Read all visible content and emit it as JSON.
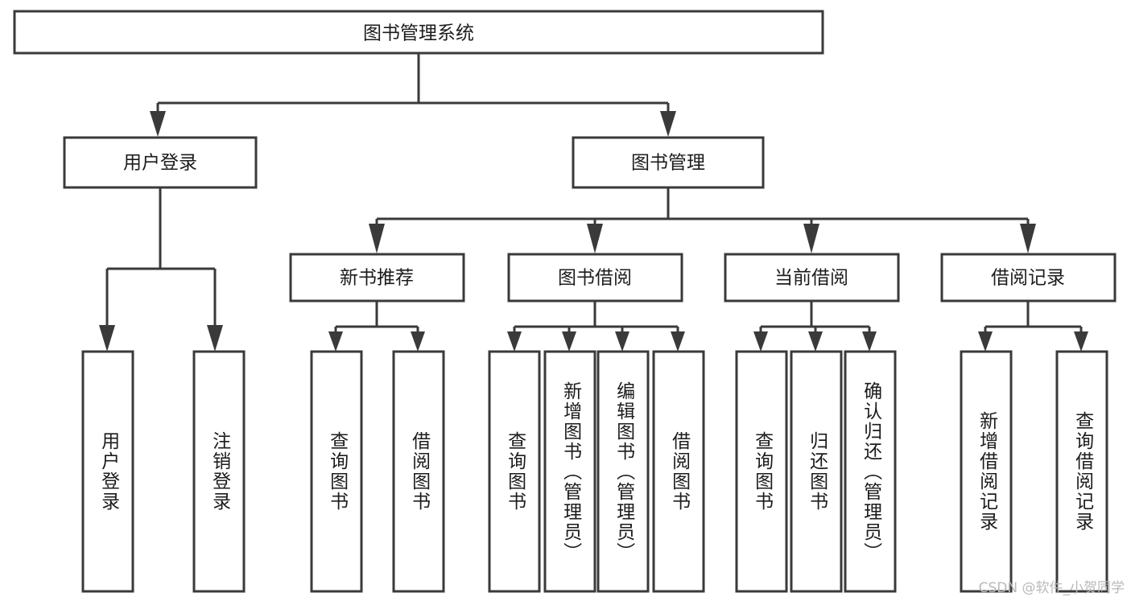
{
  "diagram": {
    "type": "tree-hierarchy",
    "title": "图书管理系统",
    "watermark": "CSDN @软件_小贺同学",
    "colors": {
      "stroke": "#3a3a3a",
      "box_fill": "#ffffff",
      "text": "#1c1c1c",
      "background": "#ffffff",
      "watermark": "#b9b9b9"
    },
    "levels": [
      {
        "level": 0,
        "nodes": [
          {
            "id": "root",
            "label": "图书管理系统",
            "orientation": "horizontal"
          }
        ]
      },
      {
        "level": 1,
        "nodes": [
          {
            "id": "user-login",
            "label": "用户登录",
            "orientation": "horizontal",
            "parent": "root"
          },
          {
            "id": "book-manage",
            "label": "图书管理",
            "orientation": "horizontal",
            "parent": "root"
          }
        ]
      },
      {
        "level": 2,
        "nodes": [
          {
            "id": "new-book-rec",
            "label": "新书推荐",
            "orientation": "horizontal",
            "parent": "book-manage"
          },
          {
            "id": "book-borrow",
            "label": "图书借阅",
            "orientation": "horizontal",
            "parent": "book-manage"
          },
          {
            "id": "current-borrow",
            "label": "当前借阅",
            "orientation": "horizontal",
            "parent": "book-manage"
          },
          {
            "id": "borrow-record",
            "label": "借阅记录",
            "orientation": "horizontal",
            "parent": "book-manage"
          }
        ]
      },
      {
        "level": 3,
        "nodes": [
          {
            "id": "leaf-user-login",
            "label": "用户登录",
            "orientation": "vertical",
            "parent": "user-login"
          },
          {
            "id": "leaf-user-logout",
            "label": "注销登录",
            "orientation": "vertical",
            "parent": "user-login"
          },
          {
            "id": "leaf-query-book-1",
            "label": "查询图书",
            "orientation": "vertical",
            "parent": "new-book-rec"
          },
          {
            "id": "leaf-borrow-book-1",
            "label": "借阅图书",
            "orientation": "vertical",
            "parent": "new-book-rec"
          },
          {
            "id": "leaf-query-book-2",
            "label": "查询图书",
            "orientation": "vertical",
            "parent": "book-borrow"
          },
          {
            "id": "leaf-add-book",
            "label": "新增图书（管理员）",
            "orientation": "vertical",
            "parent": "book-borrow"
          },
          {
            "id": "leaf-edit-book",
            "label": "编辑图书（管理员）",
            "orientation": "vertical",
            "parent": "book-borrow"
          },
          {
            "id": "leaf-borrow-book-2",
            "label": "借阅图书",
            "orientation": "vertical",
            "parent": "book-borrow"
          },
          {
            "id": "leaf-query-book-3",
            "label": "查询图书",
            "orientation": "vertical",
            "parent": "current-borrow"
          },
          {
            "id": "leaf-return-book",
            "label": "归还图书",
            "orientation": "vertical",
            "parent": "current-borrow"
          },
          {
            "id": "leaf-confirm-return",
            "label": "确认归还（管理员）",
            "orientation": "vertical",
            "parent": "current-borrow"
          },
          {
            "id": "leaf-add-record",
            "label": "新增借阅记录",
            "orientation": "vertical",
            "parent": "borrow-record"
          },
          {
            "id": "leaf-query-record",
            "label": "查询借阅记录",
            "orientation": "vertical",
            "parent": "borrow-record"
          }
        ]
      }
    ]
  }
}
